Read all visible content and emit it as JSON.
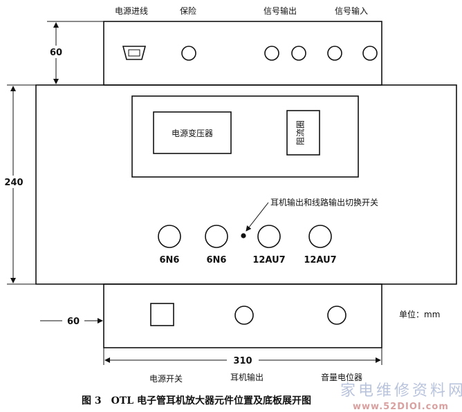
{
  "top_panel": {
    "power_in_label": "电源进线",
    "fuse_label": "保险",
    "signal_out_label": "信号输出",
    "signal_in_label": "信号输入"
  },
  "main_panel": {
    "transformer_label": "电源变压器",
    "choke_label": "阻流圈",
    "switch_note": "耳机输出和线路输出切换开关",
    "tubes": [
      "6N6",
      "6N6",
      "12AU7",
      "12AU7"
    ]
  },
  "bottom_panel": {
    "unit_label": "单位：mm",
    "power_switch_label": "电源开关",
    "headphone_out_label": "耳机输出",
    "volume_pot_label": "音量电位器"
  },
  "dimensions": {
    "top_height": "60",
    "main_height": "240",
    "bottom_height": "60",
    "width": "310"
  },
  "caption": "图 3　OTL 电子管耳机放大器元件位置及底板展开图",
  "watermark": {
    "text_cn": "家电维修资料网",
    "text_url": "www.52DIOI.com"
  }
}
